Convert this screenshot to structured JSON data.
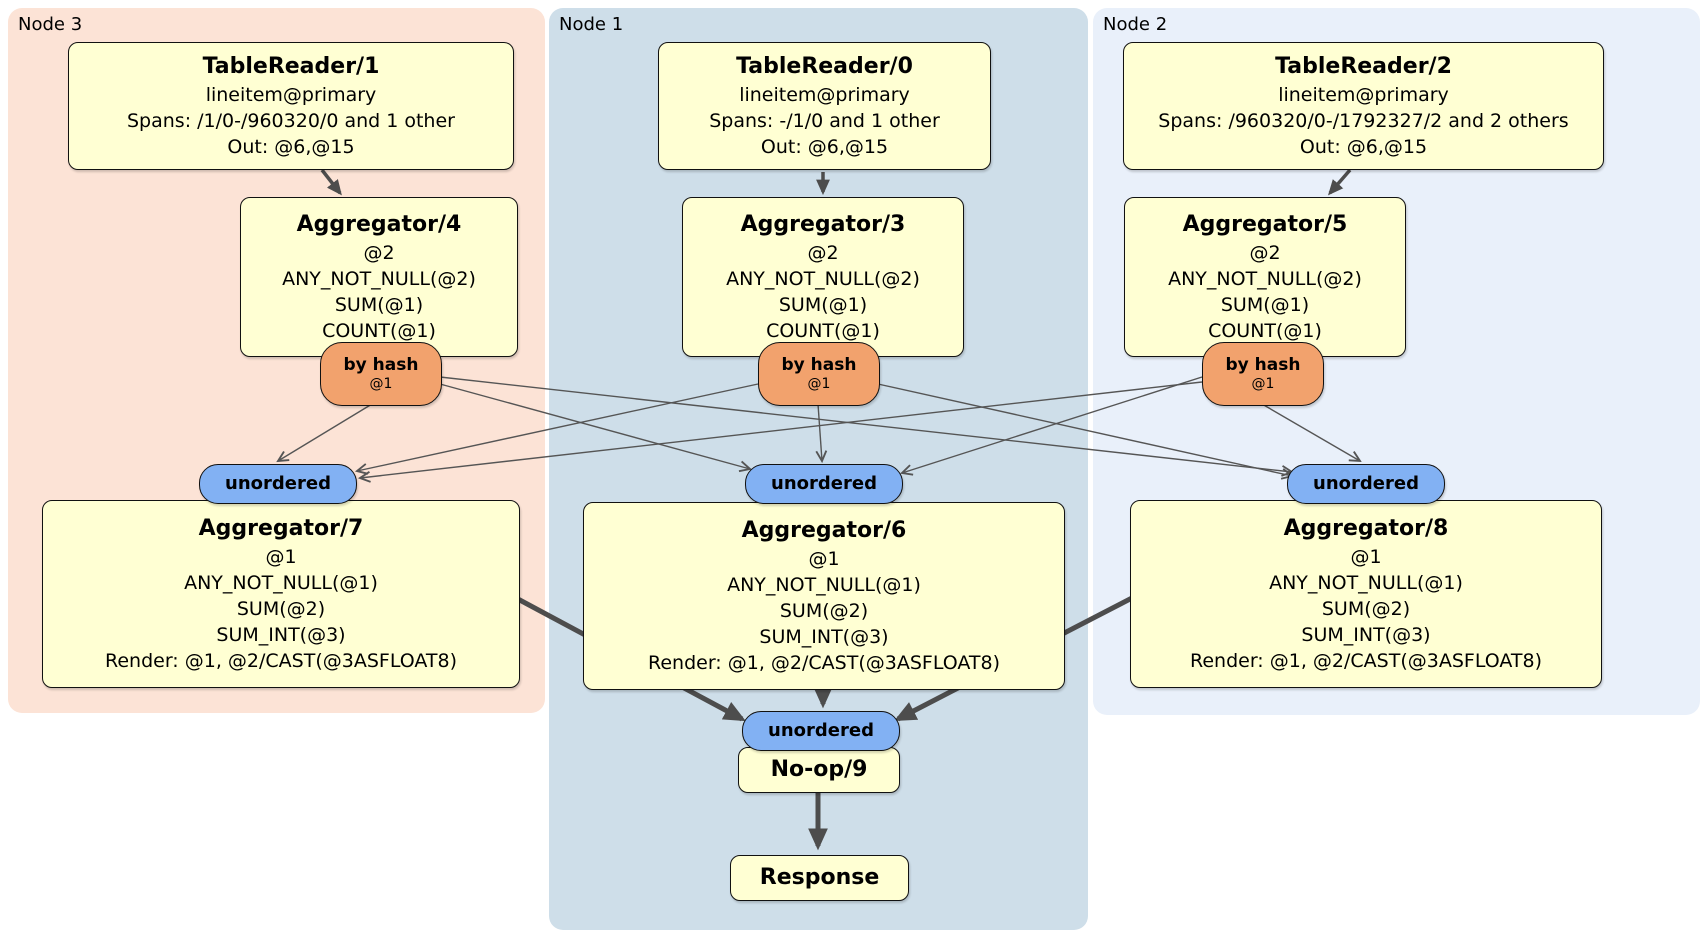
{
  "panels": {
    "node3": {
      "label": "Node 3"
    },
    "node1": {
      "label": "Node 1"
    },
    "node2": {
      "label": "Node 2"
    }
  },
  "processors": {
    "tr1": {
      "title": "TableReader/1",
      "lines": [
        "lineitem@primary",
        "Spans: /1/0-/960320/0 and 1 other",
        "Out: @6,@15"
      ]
    },
    "tr0": {
      "title": "TableReader/0",
      "lines": [
        "lineitem@primary",
        "Spans: -/1/0 and 1 other",
        "Out: @6,@15"
      ]
    },
    "tr2": {
      "title": "TableReader/2",
      "lines": [
        "lineitem@primary",
        "Spans: /960320/0-/1792327/2 and 2 others",
        "Out: @6,@15"
      ]
    },
    "agg4": {
      "title": "Aggregator/4",
      "lines": [
        "@2",
        "ANY_NOT_NULL(@2)",
        "SUM(@1)",
        "COUNT(@1)"
      ]
    },
    "agg3": {
      "title": "Aggregator/3",
      "lines": [
        "@2",
        "ANY_NOT_NULL(@2)",
        "SUM(@1)",
        "COUNT(@1)"
      ]
    },
    "agg5": {
      "title": "Aggregator/5",
      "lines": [
        "@2",
        "ANY_NOT_NULL(@2)",
        "SUM(@1)",
        "COUNT(@1)"
      ]
    },
    "agg7": {
      "title": "Aggregator/7",
      "lines": [
        "@1",
        "ANY_NOT_NULL(@1)",
        "SUM(@2)",
        "SUM_INT(@3)",
        "Render: @1, @2/CAST(@3ASFLOAT8)"
      ]
    },
    "agg6": {
      "title": "Aggregator/6",
      "lines": [
        "@1",
        "ANY_NOT_NULL(@1)",
        "SUM(@2)",
        "SUM_INT(@3)",
        "Render: @1, @2/CAST(@3ASFLOAT8)"
      ]
    },
    "agg8": {
      "title": "Aggregator/8",
      "lines": [
        "@1",
        "ANY_NOT_NULL(@1)",
        "SUM(@2)",
        "SUM_INT(@3)",
        "Render: @1, @2/CAST(@3ASFLOAT8)"
      ]
    },
    "noop": {
      "title": "No-op/9"
    },
    "response": {
      "title": "Response"
    }
  },
  "routers": {
    "by_hash": {
      "label": "by hash",
      "key": "@1"
    },
    "unordered": {
      "label": "unordered"
    }
  },
  "colors": {
    "node3_bg": "#fce3d6",
    "node1_bg": "#cedee9",
    "node2_bg": "#e9f0fa",
    "box_bg": "#ffffd3",
    "hash_bg": "#f2a26d",
    "sync_bg": "#82b1f3",
    "edge": "#4d4d4d"
  }
}
